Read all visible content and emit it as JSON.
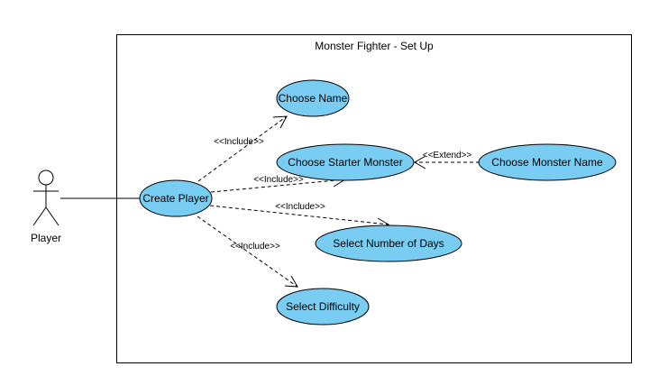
{
  "system": {
    "title": "Monster Fighter - Set Up"
  },
  "actor": {
    "name": "Player"
  },
  "use_cases": {
    "create_player": "Create Player",
    "choose_name": "Choose Name",
    "choose_starter_monster": "Choose Starter Monster",
    "choose_monster_name": "Choose Monster Name",
    "select_number_of_days": "Select Number of Days",
    "select_difficulty": "Select Difficulty"
  },
  "relations": {
    "include_choose_name": "<<Include>>",
    "include_starter_monster": "<<Include>>",
    "include_number_of_days": "<<Include>>",
    "include_difficulty": "<<Include>>",
    "extend_monster_name": "<<Extend>>"
  },
  "colors": {
    "use_case_fill": "#79CDF2",
    "stroke": "#000000",
    "background": "#FFFFFF"
  }
}
